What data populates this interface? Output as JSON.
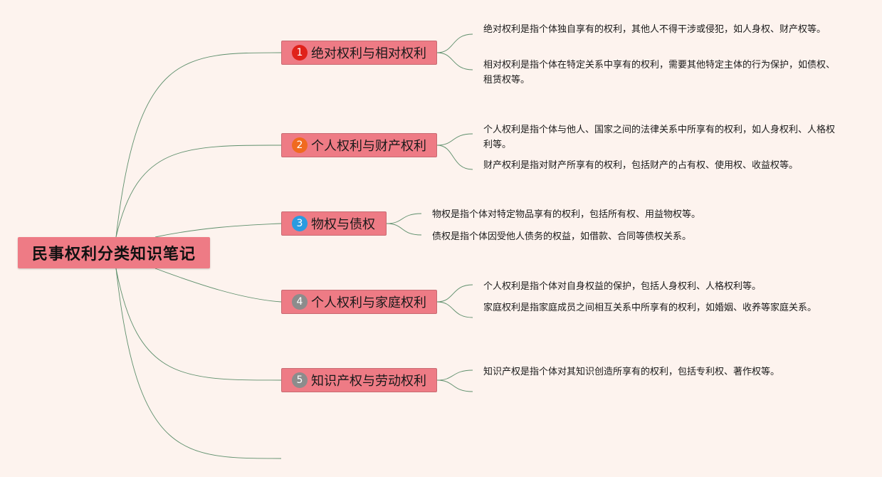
{
  "root": {
    "title": "民事权利分类知识笔记",
    "color": "#ee7b85"
  },
  "branches": [
    {
      "number": "1",
      "label": "绝对权利与相对权利",
      "badge_color": "#e0221a",
      "leaves": [
        "绝对权利是指个体独自享有的权利，其他人不得干涉或侵犯，如人身权、财产权等。",
        "相对权利是指个体在特定关系中享有的权利，需要其他特定主体的行为保护，如债权、租赁权等。"
      ]
    },
    {
      "number": "2",
      "label": "个人权利与财产权利",
      "badge_color": "#f06a1f",
      "leaves": [
        "个人权利是指个体与他人、国家之间的法律关系中所享有的权利，如人身权利、人格权利等。",
        "财产权利是指对财产所享有的权利，包括财产的占有权、使用权、收益权等。"
      ]
    },
    {
      "number": "3",
      "label": "物权与债权",
      "badge_color": "#2a9be0",
      "leaves": [
        "物权是指个体对特定物品享有的权利，包括所有权、用益物权等。",
        "债权是指个体因受他人债务的权益，如借款、合同等债权关系。"
      ]
    },
    {
      "number": "4",
      "label": "个人权利与家庭权利",
      "badge_color": "#8c8c8c",
      "leaves": [
        "个人权利是指个体对自身权益的保护，包括人身权利、人格权利等。",
        "家庭权利是指家庭成员之间相互关系中所享有的权利，如婚姻、收养等家庭关系。"
      ]
    },
    {
      "number": "5",
      "label": "知识产权与劳动权利",
      "badge_color": "#8c8c8c",
      "leaves": [
        "知识产权是指个体对其知识创造所享有的权利，包括专利权、著作权等。",
        ""
      ]
    }
  ],
  "line_color": "#5e8f6c"
}
